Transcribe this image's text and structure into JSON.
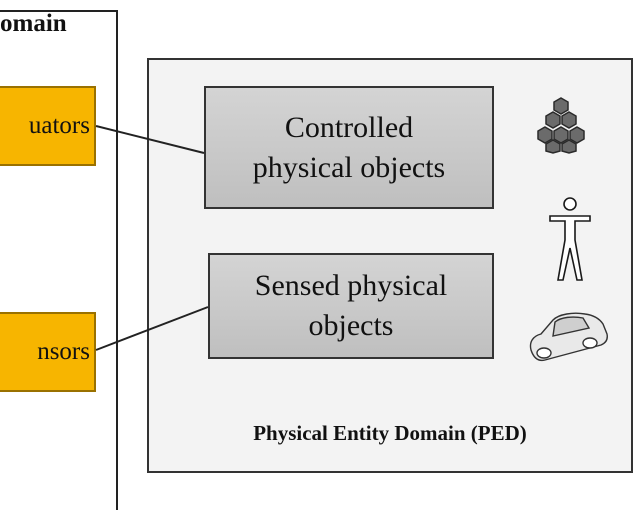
{
  "left_domain": {
    "title": "omain",
    "actuators_label": "uators",
    "sensors_label": "nsors"
  },
  "ped": {
    "title": "Physical Entity Domain (PED)",
    "controlled_line1": "Controlled",
    "controlled_line2": "physical objects",
    "sensed_line1": "Sensed physical",
    "sensed_line2": "objects",
    "icons": [
      "molecule-icon",
      "person-icon",
      "car-icon"
    ]
  },
  "colors": {
    "yellow": "#f7b500",
    "gray_box": "#c9c9c9",
    "ped_background": "#f3f3f3"
  }
}
